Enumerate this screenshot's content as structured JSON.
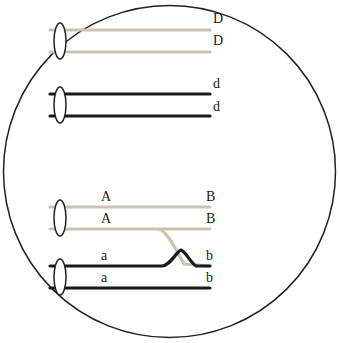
{
  "diagram": {
    "labels": [
      "D",
      "D",
      "d",
      "d",
      "A",
      "B",
      "A",
      "B",
      "a",
      "b",
      "a",
      "b"
    ]
  }
}
